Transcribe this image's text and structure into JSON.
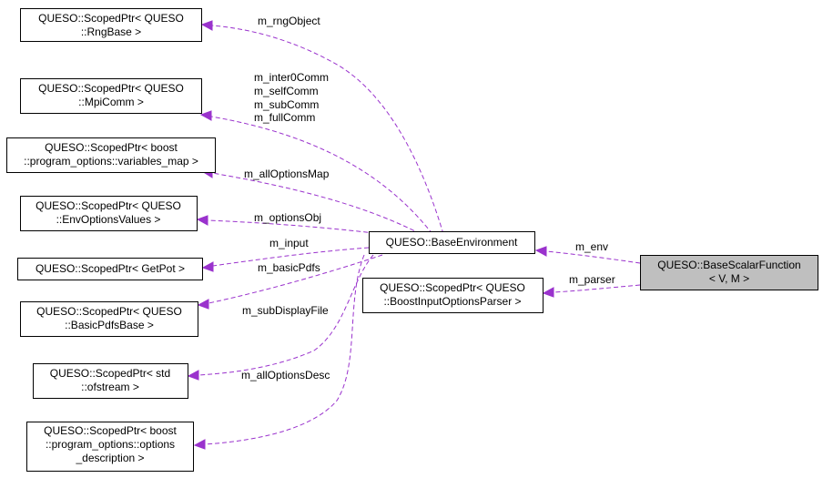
{
  "diagram": {
    "focus_node": {
      "id": "base_scalar_function",
      "lines": [
        "QUESO::BaseScalarFunction",
        "< V, M >"
      ]
    },
    "nodes": [
      {
        "id": "rng",
        "lines": [
          "QUESO::ScopedPtr< QUESO",
          "::RngBase >"
        ]
      },
      {
        "id": "mpi",
        "lines": [
          "QUESO::ScopedPtr< QUESO",
          "::MpiComm >"
        ]
      },
      {
        "id": "varmap",
        "lines": [
          "QUESO::ScopedPtr< boost",
          "::program_options::variables_map >"
        ]
      },
      {
        "id": "envopts",
        "lines": [
          "QUESO::ScopedPtr< QUESO",
          "::EnvOptionsValues >"
        ]
      },
      {
        "id": "getpot",
        "lines": [
          "QUESO::ScopedPtr< GetPot >"
        ]
      },
      {
        "id": "basicpdfs",
        "lines": [
          "QUESO::ScopedPtr< QUESO",
          "::BasicPdfsBase >"
        ]
      },
      {
        "id": "ofstream",
        "lines": [
          "QUESO::ScopedPtr< std",
          "::ofstream >"
        ]
      },
      {
        "id": "optdesc",
        "lines": [
          "QUESO::ScopedPtr< boost",
          "::program_options::options",
          "_description >"
        ]
      },
      {
        "id": "base_env",
        "lines": [
          "QUESO::BaseEnvironment"
        ]
      },
      {
        "id": "boost_parser",
        "lines": [
          "QUESO::ScopedPtr< QUESO",
          "::BoostInputOptionsParser >"
        ]
      }
    ],
    "edges": [
      {
        "id": "e_rng",
        "from": "base_env",
        "to": "rng",
        "lines": [
          "m_rngObject"
        ]
      },
      {
        "id": "e_mpi",
        "from": "base_env",
        "to": "mpi",
        "lines": [
          "m_inter0Comm",
          "m_selfComm",
          "m_subComm",
          "m_fullComm"
        ]
      },
      {
        "id": "e_varmap",
        "from": "base_env",
        "to": "varmap",
        "lines": [
          "m_allOptionsMap"
        ]
      },
      {
        "id": "e_envopts",
        "from": "base_env",
        "to": "envopts",
        "lines": [
          "m_optionsObj"
        ]
      },
      {
        "id": "e_getpot",
        "from": "base_env",
        "to": "getpot",
        "lines": [
          "m_input"
        ]
      },
      {
        "id": "e_basicpdfs",
        "from": "base_env",
        "to": "basicpdfs",
        "lines": [
          "m_basicPdfs"
        ]
      },
      {
        "id": "e_ofstream",
        "from": "base_env",
        "to": "ofstream",
        "lines": [
          "m_subDisplayFile"
        ]
      },
      {
        "id": "e_optdesc",
        "from": "base_env",
        "to": "optdesc",
        "lines": [
          "m_allOptionsDesc"
        ]
      },
      {
        "id": "e_env",
        "from": "base_scalar_function",
        "to": "base_env",
        "lines": [
          "m_env"
        ]
      },
      {
        "id": "e_parser",
        "from": "base_scalar_function",
        "to": "boost_parser",
        "lines": [
          "m_parser"
        ]
      }
    ],
    "colors": {
      "edge": "#9a32cd",
      "focus_fill": "#bfbfbf",
      "node_fill": "#ffffff",
      "border": "#000000"
    }
  }
}
